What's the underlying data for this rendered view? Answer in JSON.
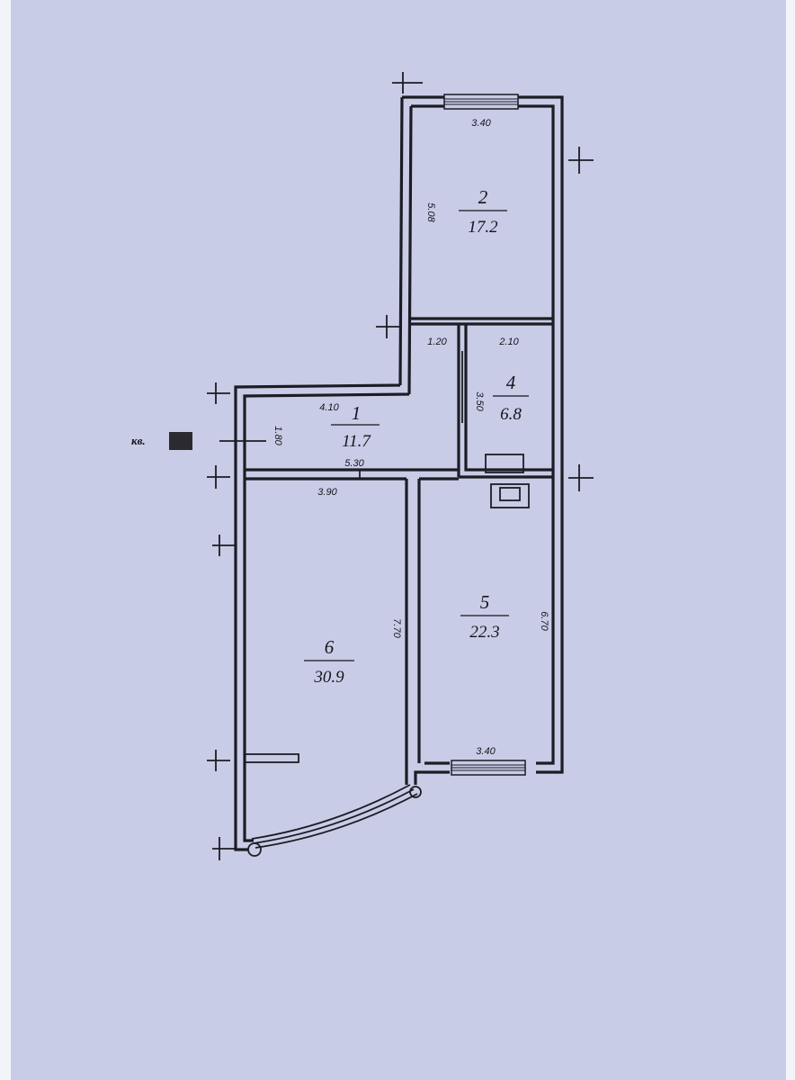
{
  "plan": {
    "apartment_label": "кв.",
    "rooms": [
      {
        "id": "1",
        "number": "1",
        "area": "11.7"
      },
      {
        "id": "2",
        "number": "2",
        "area": "17.2"
      },
      {
        "id": "4",
        "number": "4",
        "area": "6.8"
      },
      {
        "id": "5",
        "number": "5",
        "area": "22.3"
      },
      {
        "id": "6",
        "number": "6",
        "area": "30.9"
      }
    ],
    "dimensions": {
      "room2_width": "3.40",
      "room2_length": "5.08",
      "corridor_width": "1.20",
      "room4_width": "2.10",
      "room4_length": "3.50",
      "hall_length": "4.10",
      "hall_width": "1.80",
      "hall_span": "5.30",
      "room6_width": "3.90",
      "room6_length": "7.70",
      "room5_width": "3.40",
      "room5_length": "6.70"
    }
  }
}
